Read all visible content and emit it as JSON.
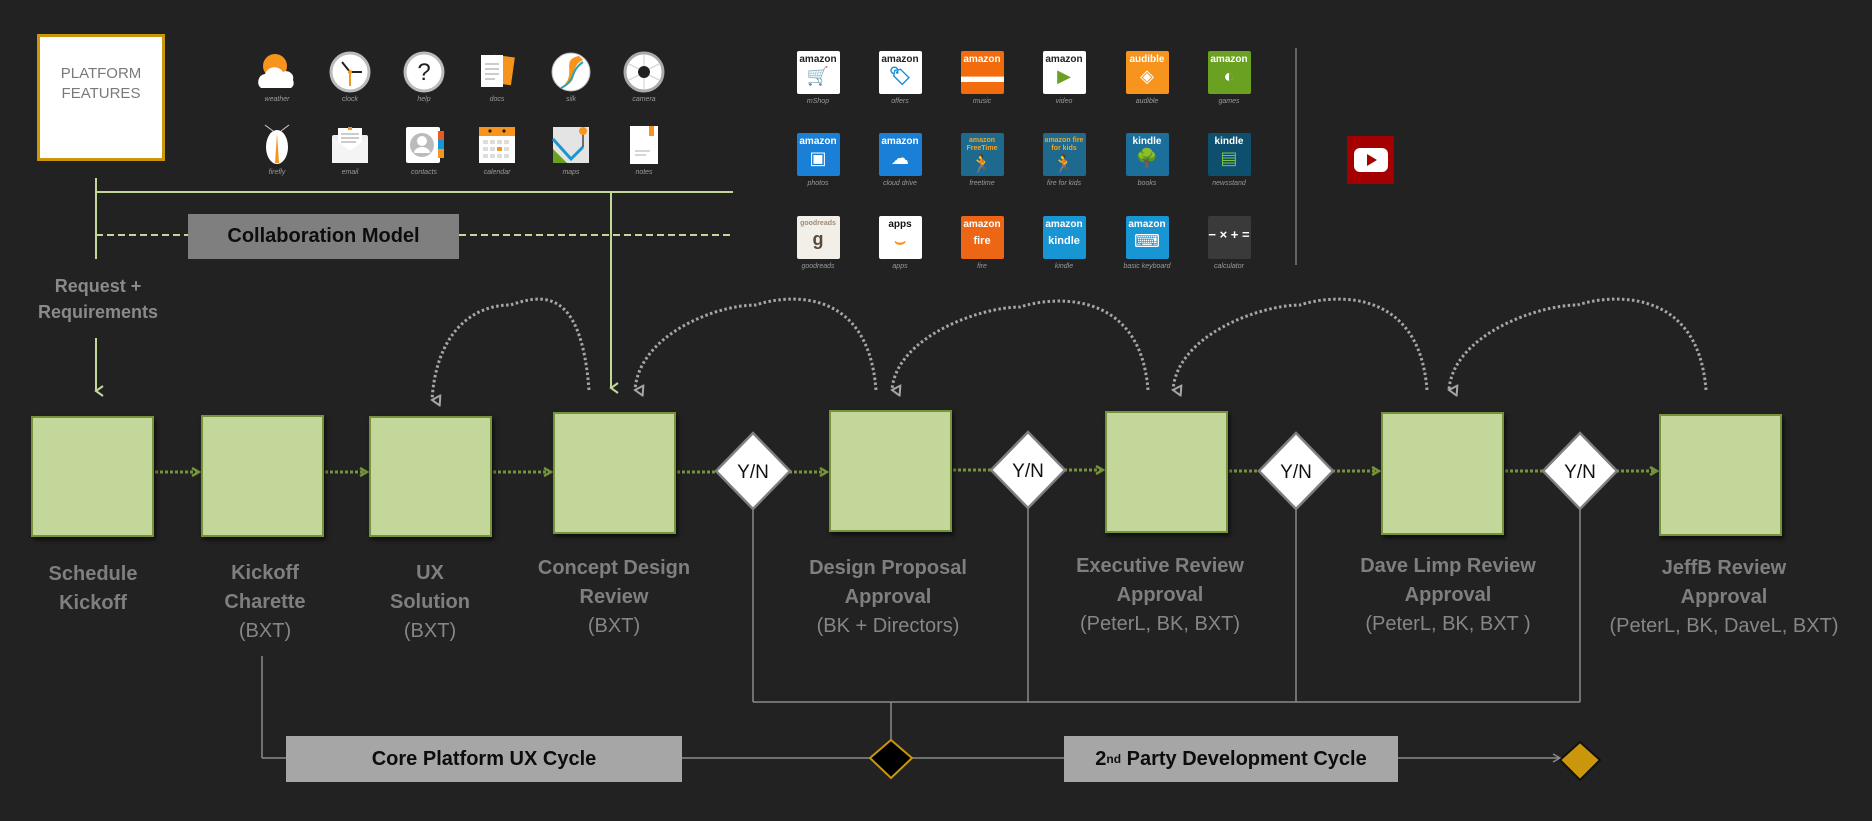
{
  "platform_box": {
    "line1": "PLATFORM",
    "line2": "FEATURES"
  },
  "collaboration_model_label": "Collaboration Model",
  "request_label": {
    "line1": "Request +",
    "line2": "Requirements"
  },
  "platform_icons": [
    {
      "name": "weather",
      "icon": "weather-icon"
    },
    {
      "name": "clock",
      "icon": "clock-icon"
    },
    {
      "name": "help",
      "icon": "help-icon"
    },
    {
      "name": "docs",
      "icon": "docs-icon"
    },
    {
      "name": "silk",
      "icon": "silk-icon"
    },
    {
      "name": "camera",
      "icon": "camera-icon"
    },
    {
      "name": "firefly",
      "icon": "firefly-icon"
    },
    {
      "name": "email",
      "icon": "email-icon"
    },
    {
      "name": "contacts",
      "icon": "contacts-icon"
    },
    {
      "name": "calendar",
      "icon": "calendar-icon"
    },
    {
      "name": "maps",
      "icon": "maps-icon"
    },
    {
      "name": "notes",
      "icon": "notes-icon"
    }
  ],
  "apps": [
    {
      "name": "mShop",
      "brand": "amazon",
      "bg": "#ffffff",
      "fg": "#222222",
      "glyph": "🛒",
      "glyph_color": "#1a8fd6"
    },
    {
      "name": "offers",
      "brand": "amazon",
      "bg": "#ffffff",
      "fg": "#222222",
      "glyph": "🏷",
      "glyph_color": "#1a8fd6"
    },
    {
      "name": "music",
      "brand": "amazon",
      "bg": "#f26c0d",
      "fg": "#ffffff",
      "glyph": "▬▬▬",
      "glyph_color": "#ffffff"
    },
    {
      "name": "video",
      "brand": "amazon",
      "bg": "#ffffff",
      "fg": "#222222",
      "glyph": "▶",
      "glyph_color": "#6aa121"
    },
    {
      "name": "audible",
      "brand": "audible",
      "bg": "#f7941d",
      "fg": "#ffffff",
      "glyph": "◈",
      "glyph_color": "#ffffff"
    },
    {
      "name": "games",
      "brand": "amazon",
      "bg": "#6aa121",
      "fg": "#ffffff",
      "glyph": "◐",
      "glyph_color": "#ffffff"
    },
    {
      "name": "photos",
      "brand": "amazon",
      "bg": "#1a7fd6",
      "fg": "#ffffff",
      "glyph": "▣",
      "glyph_color": "#ffffff"
    },
    {
      "name": "cloud drive",
      "brand": "amazon",
      "bg": "#1a7fd6",
      "fg": "#ffffff",
      "glyph": "☁",
      "glyph_color": "#ffffff"
    },
    {
      "name": "freetime",
      "brand": "amazon FreeTime",
      "bg": "#1e6a8f",
      "fg": "#f7a21d",
      "glyph": "🏃",
      "glyph_color": "#10334a"
    },
    {
      "name": "fire for kids",
      "brand": "amazon fire for kids",
      "bg": "#1e6a8f",
      "fg": "#f7a21d",
      "glyph": "🏃",
      "glyph_color": "#10334a"
    },
    {
      "name": "books",
      "brand": "kindle",
      "bg": "#1b6f9a",
      "fg": "#ffffff",
      "glyph": "🌳",
      "glyph_color": "#0d3a54"
    },
    {
      "name": "newsstand",
      "brand": "kindle",
      "bg": "#0f4f6e",
      "fg": "#ffffff",
      "glyph": "▤",
      "glyph_color": "#7cc04b"
    },
    {
      "name": "goodreads",
      "brand": "goodreads",
      "bg": "#f2efe8",
      "fg": "#9c8c78",
      "glyph": "g",
      "glyph_color": "#5a4a3a"
    },
    {
      "name": "apps",
      "brand": "apps",
      "bg": "#ffffff",
      "fg": "#111111",
      "glyph": "⌣",
      "glyph_color": "#f7941d"
    },
    {
      "name": "fire",
      "brand": "amazon",
      "bg": "#ec6615",
      "fg": "#ffffff",
      "glyph": "fire",
      "glyph_color": "#ffffff"
    },
    {
      "name": "kindle",
      "brand": "amazon",
      "bg": "#1896d4",
      "fg": "#ffffff",
      "glyph": "kindle",
      "glyph_color": "#ffffff"
    },
    {
      "name": "basic keyboard",
      "brand": "amazon",
      "bg": "#1896d4",
      "fg": "#ffffff",
      "glyph": "⌨",
      "glyph_color": "#ffffff"
    },
    {
      "name": "calculator",
      "brand": "",
      "bg": "#3a3a3a",
      "fg": "#ffffff",
      "glyph": "− × + =",
      "glyph_color": "#ffffff"
    }
  ],
  "youtube": {
    "icon": "youtube-icon",
    "color": "#a50000"
  },
  "stages": [
    {
      "title1": "Schedule",
      "title2": "Kickoff",
      "sub": ""
    },
    {
      "title1": "Kickoff",
      "title2": "Charette",
      "sub": "(BXT)"
    },
    {
      "title1": "UX",
      "title2": "Solution",
      "sub": "(BXT)"
    },
    {
      "title1": "Concept Design",
      "title2": "Review",
      "sub": "(BXT)"
    },
    {
      "title1": "Design Proposal",
      "title2": "Approval",
      "sub": "(BK + Directors)"
    },
    {
      "title1": "Executive Review",
      "title2": "Approval",
      "sub": "(PeterL, BK, BXT)"
    },
    {
      "title1": "Dave Limp Review",
      "title2": "Approval",
      "sub": "(PeterL, BK, BXT )"
    },
    {
      "title1": "JeffB Review",
      "title2": "Approval",
      "sub": "(PeterL, BK,  DaveL, BXT)"
    }
  ],
  "decision_label": "Y/N",
  "cycles": {
    "core": "Core Platform UX Cycle",
    "second_party_sup": "nd",
    "second_party_num": "2",
    "second_party_rest": " Party Development Cycle"
  },
  "colors": {
    "stage_fill": "#c4d79b",
    "stage_border": "#76933c",
    "flow_arrow": "#76933c",
    "feedback_arrow": "#a6a6a6",
    "collab_line": "#c4d79b",
    "accent_gold": "#c9960c",
    "label_box": "#a6a6a6"
  }
}
